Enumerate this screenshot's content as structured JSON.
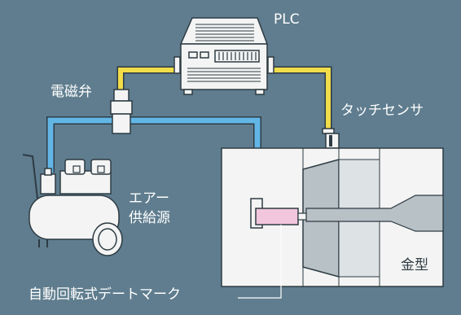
{
  "labels": {
    "plc": "PLC",
    "solenoid_valve": "電磁弁",
    "touch_sensor": "タッチセンサ",
    "air_supply_line1": "エアー",
    "air_supply_line2": "供給源",
    "mold": "金型",
    "auto_date_mark": "自動回転式デートマーク"
  },
  "colors": {
    "background": "#5f7d8e",
    "signal_wire": "#f1dc4a",
    "air_hose": "#62b6e6",
    "device_fill": "#f3f4f3",
    "outline": "#2e3b43",
    "date_mark": "#f2c6dc"
  }
}
